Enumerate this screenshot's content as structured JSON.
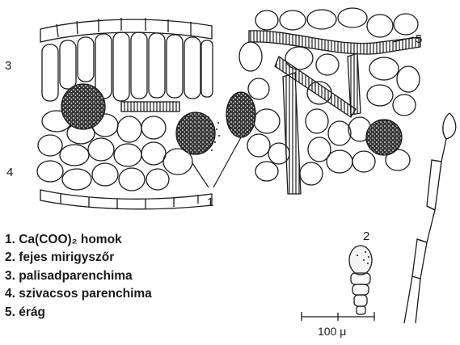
{
  "labels": {
    "one": "1",
    "two": "2",
    "three": "3",
    "four": "4",
    "five": "5"
  },
  "legend": [
    "1. Ca(COO)₂ homok",
    "2. fejes mirigyszőr",
    "3. palisadparenchima",
    "4. szivacsos parenchima",
    "5. érág"
  ],
  "scale_bar": {
    "label": "100 μ"
  },
  "colors": {
    "ink": "#1a1a1a",
    "paper": "#ffffff"
  }
}
